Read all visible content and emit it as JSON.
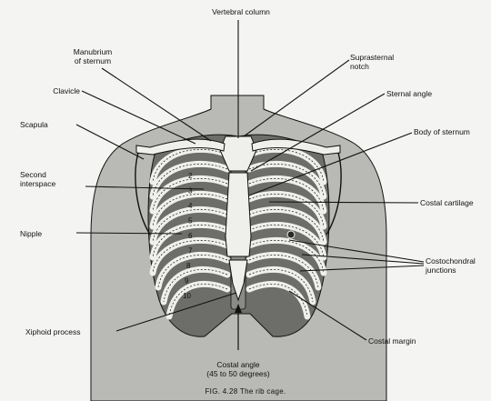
{
  "labels": {
    "vertebral_column": "Vertebral column",
    "manubrium": "Manubrium\nof sternum",
    "suprasternal_notch": "Suprasternal\nnotch",
    "clavicle": "Clavicle",
    "sternal_angle": "Sternal angle",
    "scapula": "Scapula",
    "body_of_sternum": "Body of sternum",
    "second_interspace": "Second\ninterspace",
    "costal_cartilage": "Costal cartilage",
    "nipple": "Nipple",
    "costochondral_junctions": "Costochondral\njunctions",
    "xiphoid_process": "Xiphoid process",
    "costal_margin": "Costal margin",
    "costal_angle": "Costal angle",
    "costal_angle_range": "(45 to 50 degrees)"
  },
  "rib_numbers": [
    "2",
    "3",
    "4",
    "5",
    "6",
    "7",
    "8",
    "9",
    "10"
  ],
  "caption": "FIG. 4.28 The rib cage.",
  "colors": {
    "torso": "#b9b9b5",
    "thorax_shadow": "#6d6d69",
    "bone": "#efefec",
    "line": "#111111",
    "background": "#f4f4f2"
  }
}
